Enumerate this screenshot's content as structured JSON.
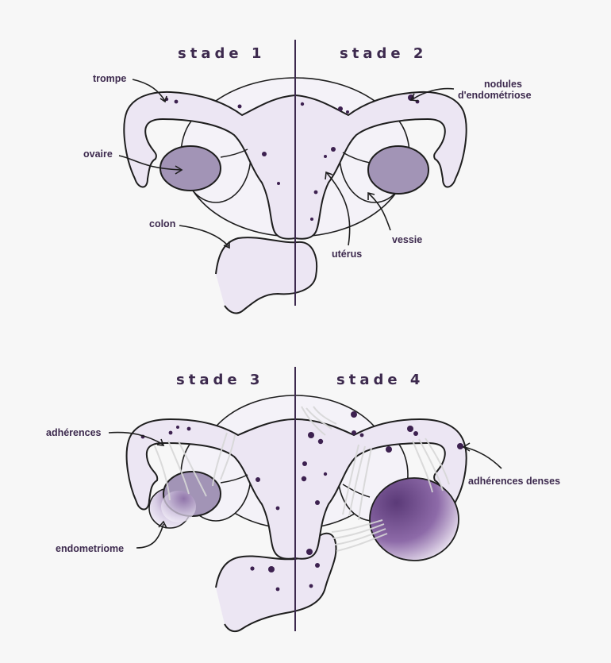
{
  "stages": {
    "s1": "stade 1",
    "s2": "stade 2",
    "s3": "stade 3",
    "s4": "stade 4"
  },
  "labels": {
    "trompe": "trompe",
    "ovaire": "ovaire",
    "colon": "colon",
    "uterus": "utérus",
    "vessie": "vessie",
    "nodules_line1": "nodules",
    "nodules_line2": "d'endométriose",
    "adherences": "adhérences",
    "endometriome": "endometriome",
    "adherences_denses": "adhérences denses"
  },
  "colors": {
    "organ": "#ece6f3",
    "ovary": "#a294b6",
    "nodule": "#3d2150",
    "text": "#3d2a4e",
    "background": "#f7f7f7"
  }
}
